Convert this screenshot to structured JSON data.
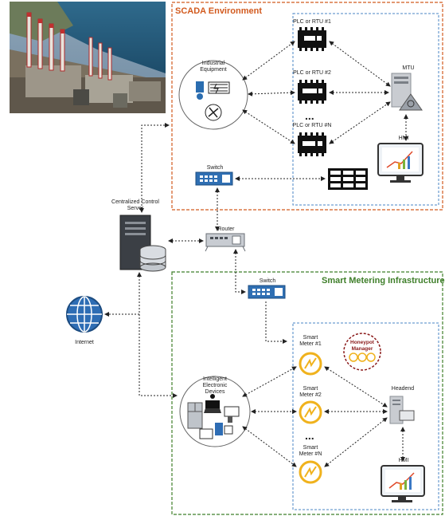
{
  "scada": {
    "title": "SCADA Environment",
    "industrial_equipment": "Industrial Equipment",
    "plc1": "PLC or RTU #1",
    "plc2": "PLC or RTU #2",
    "plc_ellipsis": "...",
    "plcN": "PLC or RTU #N",
    "mtu": "MTU",
    "hmi": "HMI",
    "switch": "Switch"
  },
  "core": {
    "server": "Centralized Control Server",
    "router": "Router",
    "internet": "Internet"
  },
  "smart": {
    "title": "Smart Metering Infrastructure",
    "switch": "Switch",
    "ied": "Intelligent Electronic Devices",
    "meter1": "Smart Meter #1",
    "meter2": "Smart Meter #2",
    "meter_ellipsis": "...",
    "meterN": "Smart Meter #N",
    "honeypot": "Honeypot Manager",
    "headend": "Headend",
    "hmi": "HMI"
  },
  "colors": {
    "scada_border": "#d25a1e",
    "smart_border": "#3f7f2a",
    "inner_border": "#4a86c5",
    "meter": "#f0b21d",
    "switch": "#2f6fb3",
    "honeypot": "#8b1a1a"
  }
}
